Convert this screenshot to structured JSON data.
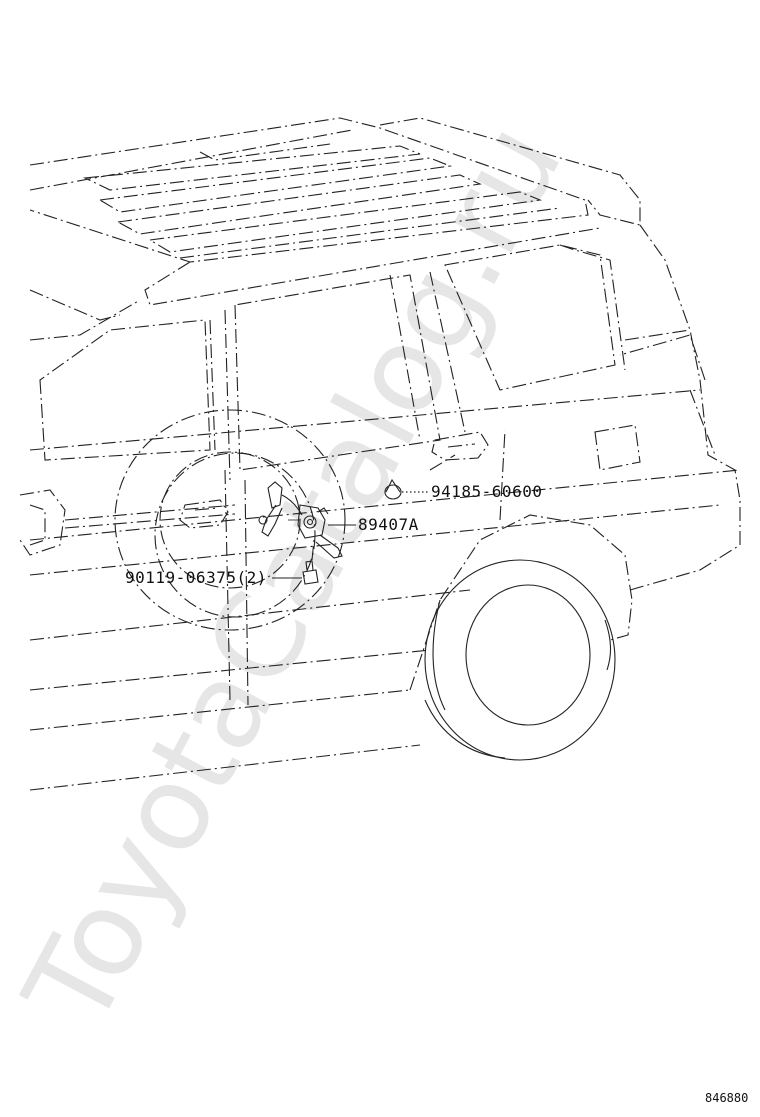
{
  "watermark": "ToyotaCatalog.ru",
  "diagram_id": "846880",
  "parts": [
    {
      "number": "94185-60600"
    },
    {
      "number": "89407A"
    },
    {
      "number": "90119-06375(2)"
    }
  ],
  "colors": {
    "line": "#222222",
    "watermark": "#e6e6e6",
    "background": "#ffffff"
  }
}
